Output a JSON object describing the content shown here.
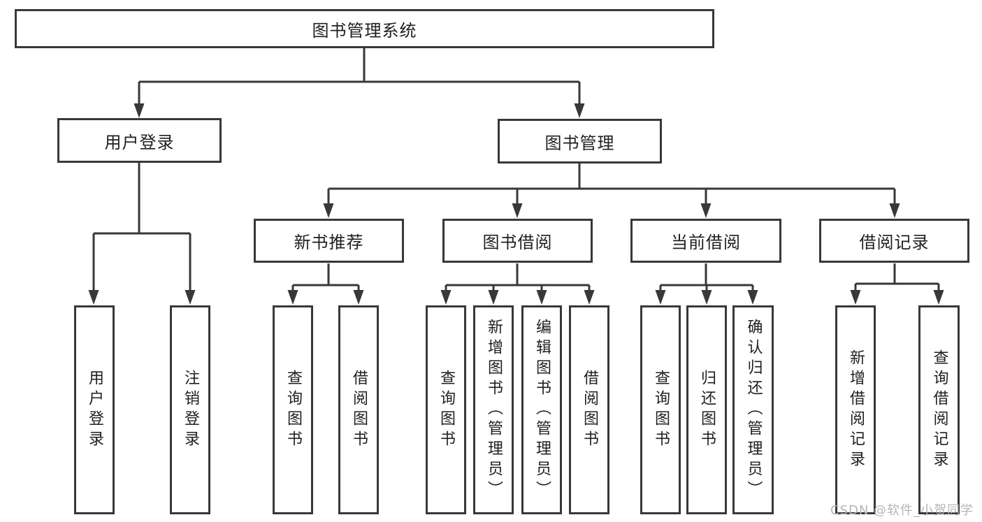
{
  "tree": {
    "label": "图书管理系统",
    "children": [
      {
        "label": "用户登录",
        "children": [
          {
            "label": "用户登录"
          },
          {
            "label": "注销登录"
          }
        ]
      },
      {
        "label": "图书管理",
        "children": [
          {
            "label": "新书推荐",
            "children": [
              {
                "label": "查询图书"
              },
              {
                "label": "借阅图书"
              }
            ]
          },
          {
            "label": "图书借阅",
            "children": [
              {
                "label": "查询图书"
              },
              {
                "label": "新增图书（管理员）"
              },
              {
                "label": "编辑图书（管理员）"
              },
              {
                "label": "借阅图书"
              }
            ]
          },
          {
            "label": "当前借阅",
            "children": [
              {
                "label": "查询图书"
              },
              {
                "label": "归还图书"
              },
              {
                "label": "确认归还（管理员）"
              }
            ]
          },
          {
            "label": "借阅记录",
            "children": [
              {
                "label": "新增借阅记录"
              },
              {
                "label": "查询借阅记录"
              }
            ]
          }
        ]
      }
    ]
  },
  "watermark": {
    "text": "CSDN @软件_小贺同学"
  },
  "colors": {
    "line": "#383838",
    "text": "#1f1f1f",
    "watermark": "#b5b5b5",
    "background": "#ffffff"
  }
}
